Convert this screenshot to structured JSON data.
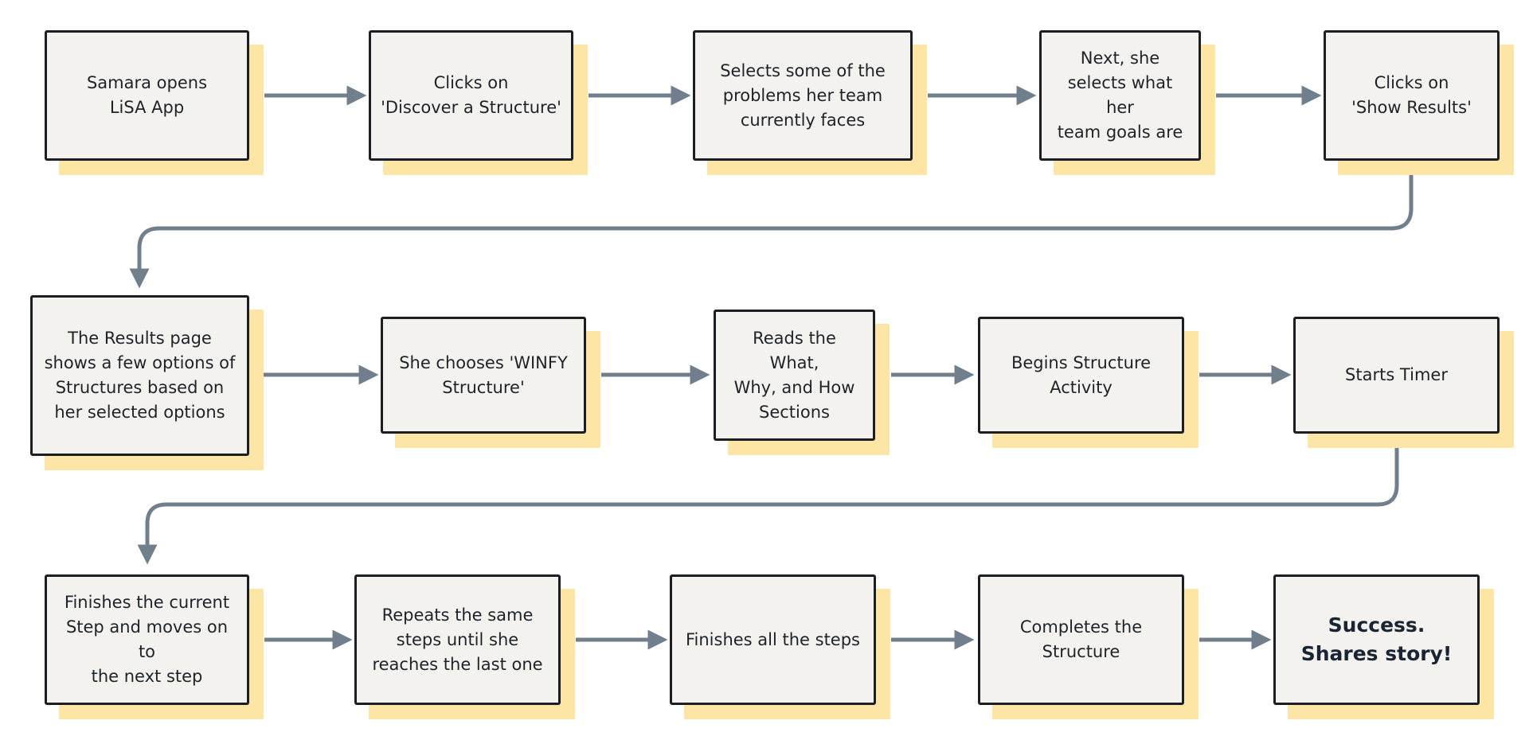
{
  "diagram": {
    "type": "flowchart",
    "colors": {
      "card_fill": "#f3f2ef",
      "card_border": "#1b1f24",
      "card_shadow": "#fde5a6",
      "connector": "#717f8d",
      "text": "#1e2329"
    },
    "rows": [
      {
        "steps": [
          {
            "id": "open-app",
            "label": "Samara opens\nLiSA App"
          },
          {
            "id": "discover-structure",
            "label": "Clicks on\n'Discover a Structure'"
          },
          {
            "id": "select-problems",
            "label": "Selects some of the\nproblems her team\ncurrently faces"
          },
          {
            "id": "select-goals",
            "label": "Next, she\nselects what her\nteam goals are"
          },
          {
            "id": "show-results",
            "label": "Clicks on\n'Show Results'"
          }
        ]
      },
      {
        "steps": [
          {
            "id": "results-page",
            "label": "The Results page\nshows a few options of\nStructures based on\nher selected options"
          },
          {
            "id": "choose-winfy",
            "label": "She chooses 'WINFY\nStructure'"
          },
          {
            "id": "read-sections",
            "label": "Reads the What,\nWhy, and How\nSections"
          },
          {
            "id": "begin-activity",
            "label": "Begins Structure\nActivity"
          },
          {
            "id": "start-timer",
            "label": "Starts Timer"
          }
        ]
      },
      {
        "steps": [
          {
            "id": "finish-step",
            "label": "Finishes the current\nStep and moves on to\nthe next step"
          },
          {
            "id": "repeat-steps",
            "label": "Repeats the same\nsteps until she\nreaches the last one"
          },
          {
            "id": "finish-all",
            "label": "Finishes all the steps"
          },
          {
            "id": "complete-structure",
            "label": "Completes the\nStructure"
          },
          {
            "id": "success",
            "label": "Success.\nShares story!"
          }
        ]
      }
    ]
  }
}
